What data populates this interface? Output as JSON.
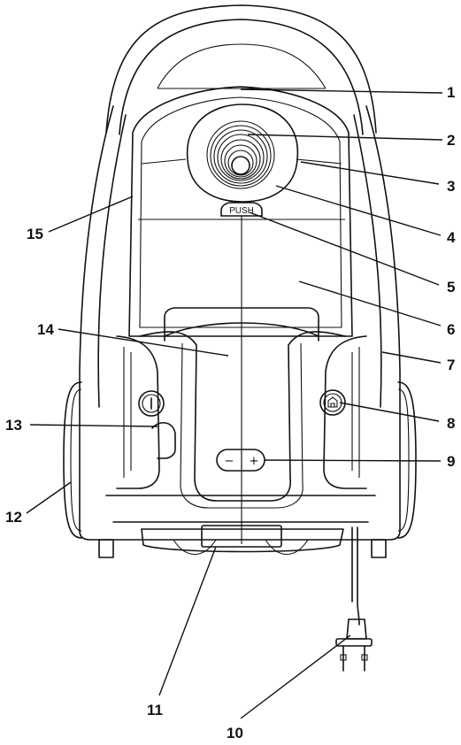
{
  "diagram": {
    "push_label": "PUSH",
    "minus_symbol": "−",
    "plus_symbol": "+",
    "callouts": [
      {
        "num": "1"
      },
      {
        "num": "2"
      },
      {
        "num": "3"
      },
      {
        "num": "4"
      },
      {
        "num": "5"
      },
      {
        "num": "6"
      },
      {
        "num": "7"
      },
      {
        "num": "8"
      },
      {
        "num": "9"
      },
      {
        "num": "10"
      },
      {
        "num": "11"
      },
      {
        "num": "12"
      },
      {
        "num": "13"
      },
      {
        "num": "14"
      },
      {
        "num": "15"
      }
    ]
  }
}
